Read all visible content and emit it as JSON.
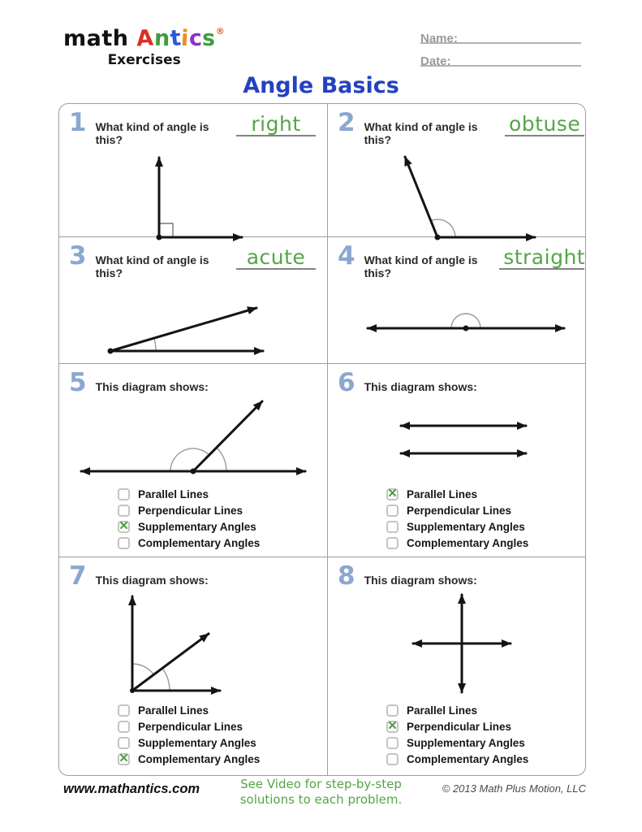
{
  "colors": {
    "title_blue": "#2342c0",
    "number_blue": "#8ba7d0",
    "answer_green": "#55a546",
    "footer_green": "#55a546",
    "logo_black": "#111111",
    "logo_reg_orange": "#e05a1e"
  },
  "icons": {
    "check": "✕"
  },
  "header": {
    "logo_math": "math",
    "logo_antics": [
      {
        "ch": "A",
        "color": "#d93025"
      },
      {
        "ch": "n",
        "color": "#3d9e3d"
      },
      {
        "ch": "t",
        "color": "#2b57d9"
      },
      {
        "ch": "i",
        "color": "#ef8b1d"
      },
      {
        "ch": "c",
        "color": "#9031c9"
      },
      {
        "ch": "s",
        "color": "#3d9e3d"
      }
    ],
    "logo_reg": "®",
    "logo_subtitle": "Exercises",
    "name_label": "Name:",
    "date_label": "Date:"
  },
  "title": "Angle Basics",
  "problems": [
    {
      "number": "1",
      "question": "What kind of angle is this?",
      "answer": "right",
      "diagram": "right-angle"
    },
    {
      "number": "2",
      "question": "What kind of angle is this?",
      "answer": "obtuse",
      "diagram": "obtuse-angle"
    },
    {
      "number": "3",
      "question": "What kind of angle is this?",
      "answer": "acute",
      "diagram": "acute-angle"
    },
    {
      "number": "4",
      "question": "What kind of angle is this?",
      "answer": "straight",
      "diagram": "straight-angle"
    },
    {
      "number": "5",
      "question": "This diagram shows:",
      "diagram": "supplementary-angles",
      "options": [
        {
          "label": "Parallel Lines",
          "checked": false
        },
        {
          "label": "Perpendicular Lines",
          "checked": false
        },
        {
          "label": "Supplementary Angles",
          "checked": true
        },
        {
          "label": "Complementary Angles",
          "checked": false
        }
      ]
    },
    {
      "number": "6",
      "question": "This diagram shows:",
      "diagram": "parallel-lines",
      "options": [
        {
          "label": "Parallel Lines",
          "checked": true
        },
        {
          "label": "Perpendicular Lines",
          "checked": false
        },
        {
          "label": "Supplementary Angles",
          "checked": false
        },
        {
          "label": "Complementary Angles",
          "checked": false
        }
      ]
    },
    {
      "number": "7",
      "question": "This diagram shows:",
      "diagram": "complementary-angles",
      "options": [
        {
          "label": "Parallel Lines",
          "checked": false
        },
        {
          "label": "Perpendicular Lines",
          "checked": false
        },
        {
          "label": "Supplementary Angles",
          "checked": false
        },
        {
          "label": "Complementary Angles",
          "checked": true
        }
      ]
    },
    {
      "number": "8",
      "question": "This diagram shows:",
      "diagram": "perpendicular-lines",
      "options": [
        {
          "label": "Parallel Lines",
          "checked": false
        },
        {
          "label": "Perpendicular Lines",
          "checked": true
        },
        {
          "label": "Supplementary Angles",
          "checked": false
        },
        {
          "label": "Complementary Angles",
          "checked": false
        }
      ]
    }
  ],
  "footer": {
    "website": "www.mathantics.com",
    "video_note_line1": "See Video for step-by-step",
    "video_note_line2": "solutions to each problem.",
    "copyright": "© 2013 Math Plus Motion, LLC"
  }
}
